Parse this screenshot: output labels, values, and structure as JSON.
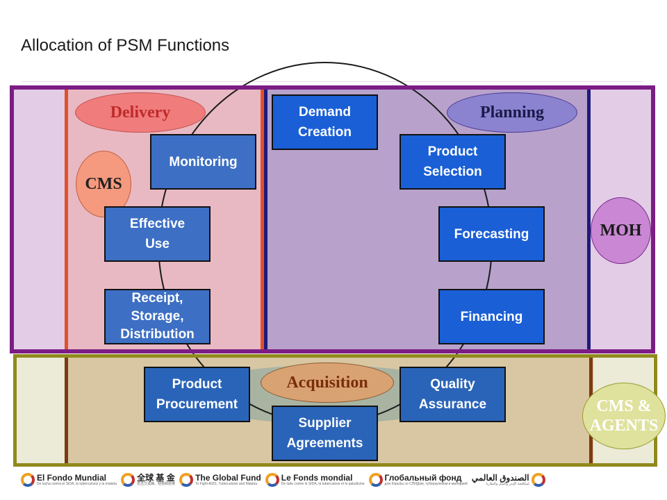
{
  "title": "Allocation of PSM Functions",
  "ovals": {
    "delivery": "Delivery",
    "planning": "Planning",
    "cms": "CMS",
    "moh": "MOH",
    "acquisition": "Acquisition",
    "cms_agents": "CMS &\nAGENTS"
  },
  "boxes": {
    "demand_creation": "Demand\nCreation",
    "product_selection": "Product\nSelection",
    "forecasting": "Forecasting",
    "financing": "Financing",
    "quality_assurance": "Quality\nAssurance",
    "supplier_agreements": "Supplier\nAgreements",
    "product_procurement": "Product\nProcurement",
    "receipt_storage_distribution": "Receipt,\nStorage,\nDistribution",
    "effective_use": "Effective\nUse",
    "monitoring": "Monitoring"
  },
  "logos": [
    {
      "name": "El Fondo Mundial",
      "sub": "De lucha contra el SIDA, la tuberculosis y la malaria"
    },
    {
      "name": "全球 基 金",
      "sub": "抗击艾滋病、结核和疟疾"
    },
    {
      "name": "The Global Fund",
      "sub": "To Fight AIDS, Tuberculosis and Malaria"
    },
    {
      "name": "Le Fonds mondial",
      "sub": "De lutte contre le SIDA, la tuberculose et le paludisme"
    },
    {
      "name": "Глобальный фонд",
      "sub": "для борьбы со СПИДом, туберкулезом и малярией"
    },
    {
      "name": "الصندوق العالمي",
      "sub": "لمكافحة الإيدز والسل والملاريا"
    }
  ],
  "colors": {
    "planning_box": "#1a5fd6",
    "delivery_box": "#3d6fc4",
    "top_frame": "#7b1d85",
    "bottom_frame": "#8f8a1c"
  }
}
